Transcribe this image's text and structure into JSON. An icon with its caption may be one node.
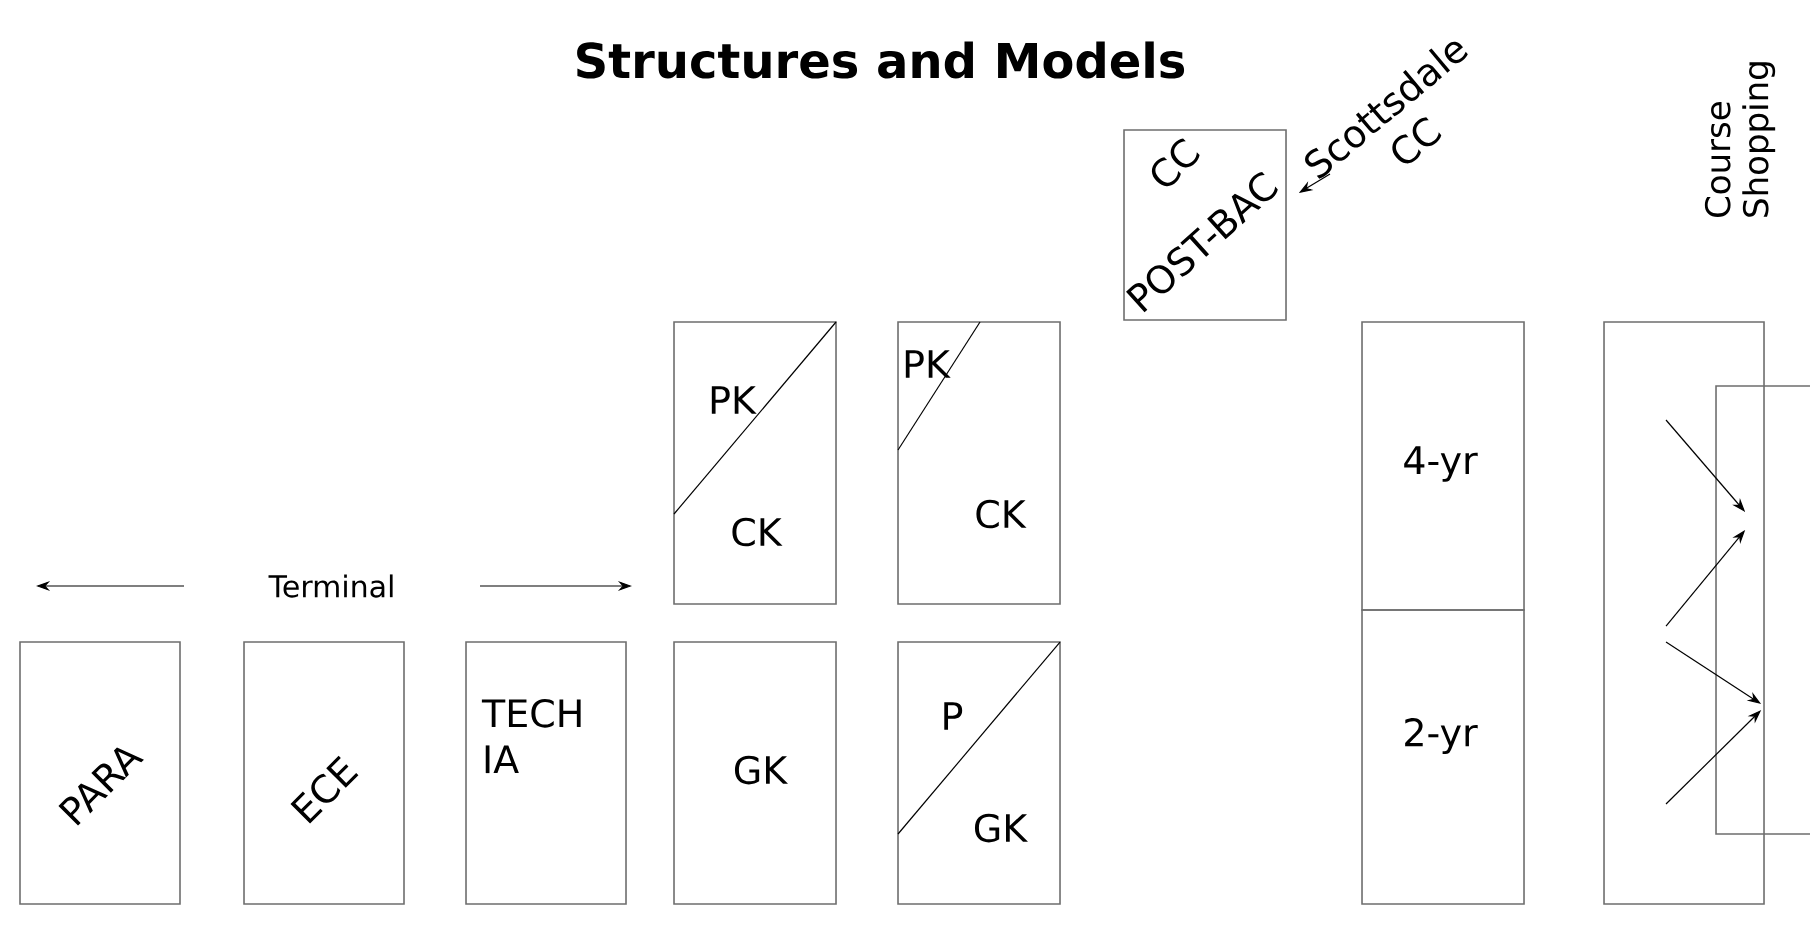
{
  "diagram": {
    "title": "Structures and Models",
    "nodes": [
      {
        "text": [
          "PARA"
        ]
      },
      {
        "text": [
          "ECE"
        ]
      },
      {
        "text": [
          "TECH IA"
        ]
      },
      {
        "text": [
          "PK",
          "CK"
        ]
      },
      {
        "text": [
          "PK",
          "CK"
        ]
      },
      {
        "text": [
          "GK"
        ]
      },
      {
        "text": [
          "P",
          "GK"
        ]
      },
      {
        "text": [
          "CC",
          "POST-BAC"
        ]
      },
      {
        "text": [
          "Scottsdale CC"
        ]
      },
      {
        "text": [
          "4-yr"
        ]
      },
      {
        "text": [
          "2-yr"
        ]
      },
      {
        "text": [],
        "shape": "box"
      },
      {
        "text": [],
        "shape": "box"
      }
    ],
    "edges": [
      {
        "from": 8,
        "to": 7,
        "arrow": "to"
      },
      {
        "from": 11,
        "to": 12,
        "arrow": "to"
      },
      {
        "from": 11,
        "to": 12,
        "arrow": "to"
      },
      {
        "from": 11,
        "to": 12,
        "arrow": "to"
      },
      {
        "from": 11,
        "to": 12,
        "arrow": "to"
      }
    ],
    "labels": [
      "Terminal",
      "Course Shopping"
    ]
  }
}
